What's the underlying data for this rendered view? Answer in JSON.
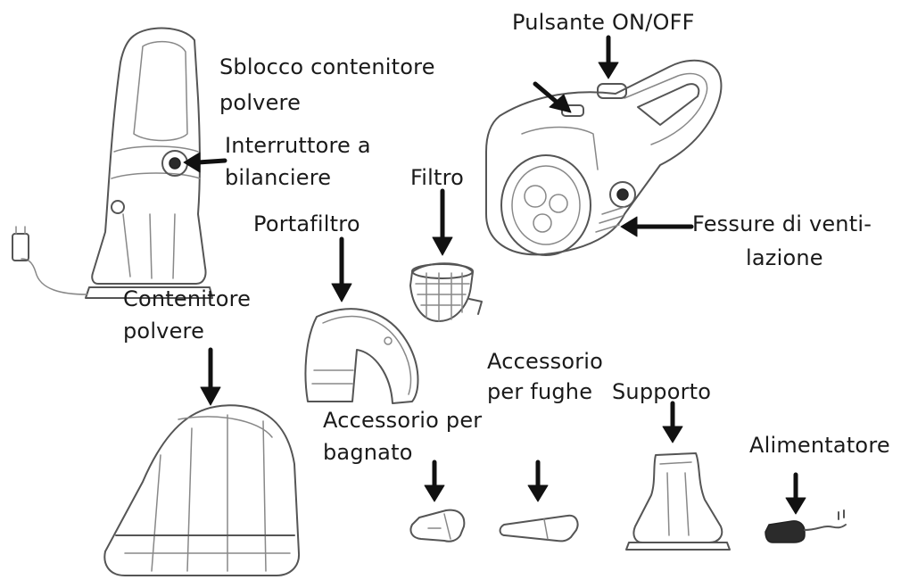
{
  "labels": {
    "on_off_button": "Pulsante ON/OFF",
    "dust_release_1": "Sblocco contenitore",
    "dust_release_2": "polvere",
    "rocker_switch_1": "Interruttore a",
    "rocker_switch_2": "bilanciere",
    "filter": "Filtro",
    "filter_holder": "Portafiltro",
    "vents_1": "Fessure di venti-",
    "vents_2": "lazione",
    "dust_container_1": "Contenitore",
    "dust_container_2": "polvere",
    "crevice_tool_1": "Accessorio",
    "crevice_tool_2": "per fughe",
    "wet_nozzle_1": "Accessorio per",
    "wet_nozzle_2": "bagnato",
    "stand": "Supporto",
    "power_adapter": "Alimentatore"
  },
  "colors": {
    "ink": "#555555",
    "arrow": "#111111",
    "text": "#1a1a1a",
    "background": "#ffffff"
  }
}
